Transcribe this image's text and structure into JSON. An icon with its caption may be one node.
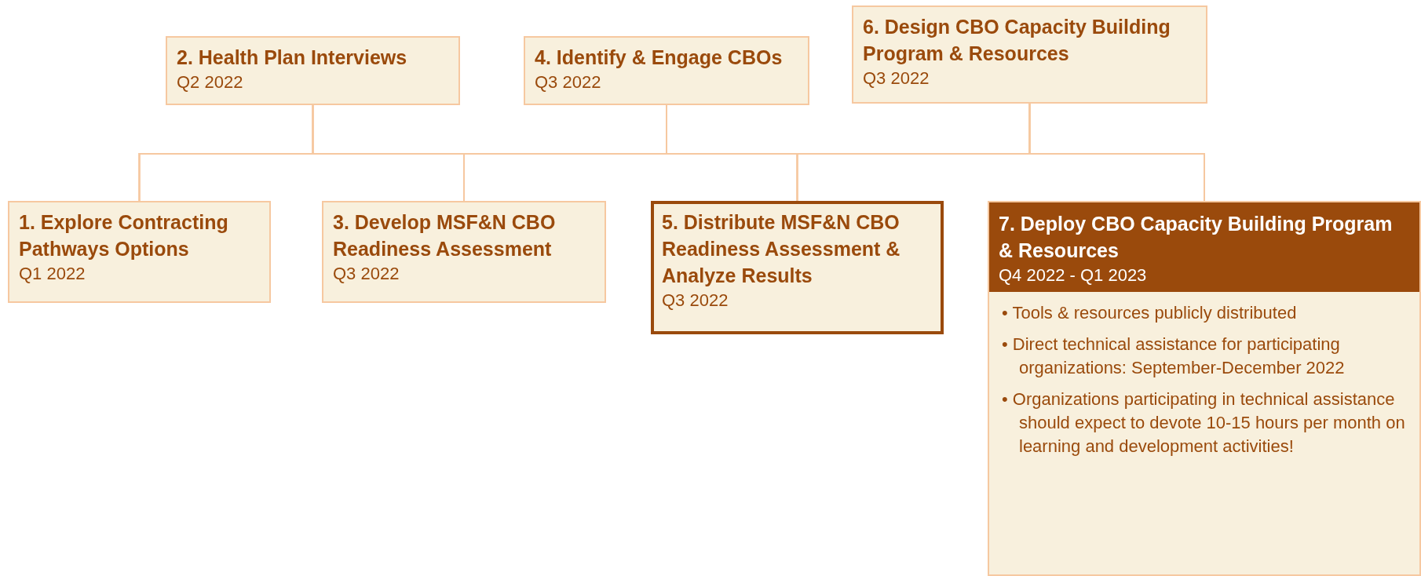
{
  "diagram": {
    "nodes": [
      {
        "text": [
          "1. Explore Contracting Pathways Options",
          "Q1 2022"
        ]
      },
      {
        "text": [
          "2. Health Plan Interviews",
          "Q2 2022"
        ]
      },
      {
        "text": [
          "3. Develop MSF&N CBO Readiness Assessment",
          "Q3 2022"
        ]
      },
      {
        "text": [
          "4. Identify & Engage CBOs",
          "Q3 2022"
        ]
      },
      {
        "text": [
          "5. Distribute MSF&N CBO Readiness Assessment & Analyze Results",
          "Q3 2022"
        ]
      },
      {
        "text": [
          "6. Design CBO Capacity Building Program & Resources",
          "Q3 2022"
        ]
      },
      {
        "text": [
          "7. Deploy CBO Capacity Building Program & Resources",
          "Q4 2022 - Q1 2023",
          "• Tools & resources publicly distributed",
          "• Direct technical assistance for participating organizations: September-December 2022",
          "• Organizations participating in technical assistance should expect to devote 10-15 hours per month on learning and development activities!"
        ]
      }
    ],
    "edges": [
      {
        "from": 1,
        "to": 0,
        "arrow": "none"
      },
      {
        "from": 1,
        "to": 2,
        "arrow": "none"
      },
      {
        "from": 1,
        "to": 4,
        "arrow": "none"
      },
      {
        "from": 1,
        "to": 6,
        "arrow": "none"
      },
      {
        "from": 3,
        "to": 0,
        "arrow": "none"
      },
      {
        "from": 3,
        "to": 2,
        "arrow": "none"
      },
      {
        "from": 3,
        "to": 4,
        "arrow": "none"
      },
      {
        "from": 3,
        "to": 6,
        "arrow": "none"
      },
      {
        "from": 5,
        "to": 0,
        "arrow": "none"
      },
      {
        "from": 5,
        "to": 2,
        "arrow": "none"
      },
      {
        "from": 5,
        "to": 4,
        "arrow": "none"
      },
      {
        "from": 5,
        "to": 6,
        "arrow": "none"
      }
    ]
  }
}
